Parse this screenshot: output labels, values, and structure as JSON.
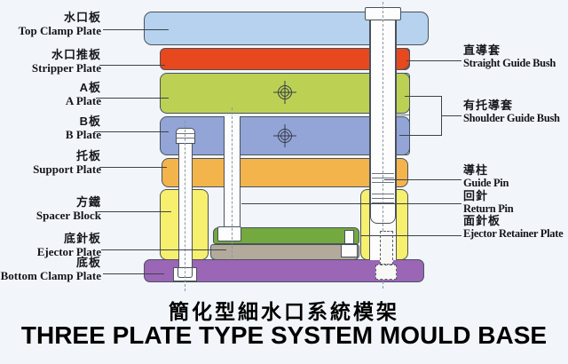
{
  "title": {
    "zh": "簡化型細水口系統模架",
    "en": "THREE PLATE TYPE SYSTEM MOULD BASE"
  },
  "labels_left": [
    {
      "zh": "水口板",
      "en": "Top Clamp Plate"
    },
    {
      "zh": "水口推板",
      "en": "Stripper Plate"
    },
    {
      "zh": "A板",
      "en": "A Plate"
    },
    {
      "zh": "B板",
      "en": "B Plate"
    },
    {
      "zh": "托板",
      "en": "Support Plate"
    },
    {
      "zh": "方鐵",
      "en": "Spacer Block"
    },
    {
      "zh": "底針板",
      "en": "Ejector Plate"
    },
    {
      "zh": "底板",
      "en": "Bottom Clamp Plate"
    }
  ],
  "labels_right": [
    {
      "zh": "直導套",
      "en": "Straight Guide Bush"
    },
    {
      "zh": "有托導套",
      "en": "Shoulder Guide Bush"
    },
    {
      "zh": "導柱",
      "en": "Guide Pin"
    },
    {
      "zh": "回針",
      "en": "Return Pin"
    },
    {
      "zh": "面針板",
      "en": "Ejector Retainer Plate"
    }
  ],
  "colors": {
    "background": "#f2f6fa",
    "outline": "#49525c",
    "leader_line": "#3d434b",
    "top_clamp_plate": "#b6d2ee",
    "stripper_plate": "#e8481d",
    "a_plate": "#bcd054",
    "b_plate": "#93a4d6",
    "support_plate": "#f3b44b",
    "spacer_block": "#f7ef6e",
    "ejector_retainer_plate": "#73a93f",
    "ejector_plate": "#b4aa9b",
    "bottom_clamp_plate": "#9b66b6"
  }
}
